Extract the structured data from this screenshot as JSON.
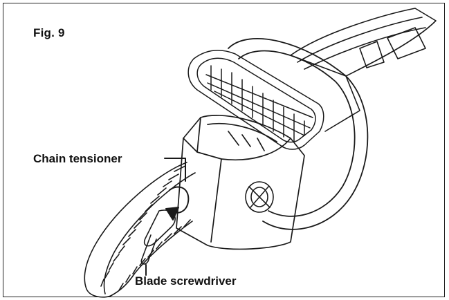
{
  "figure": {
    "label": "Fig. 9"
  },
  "callouts": {
    "chain_tensioner": "Chain tensioner",
    "blade_screwdriver": "Blade screwdriver"
  },
  "colors": {
    "line": "#1a1a1a",
    "background": "#ffffff"
  }
}
